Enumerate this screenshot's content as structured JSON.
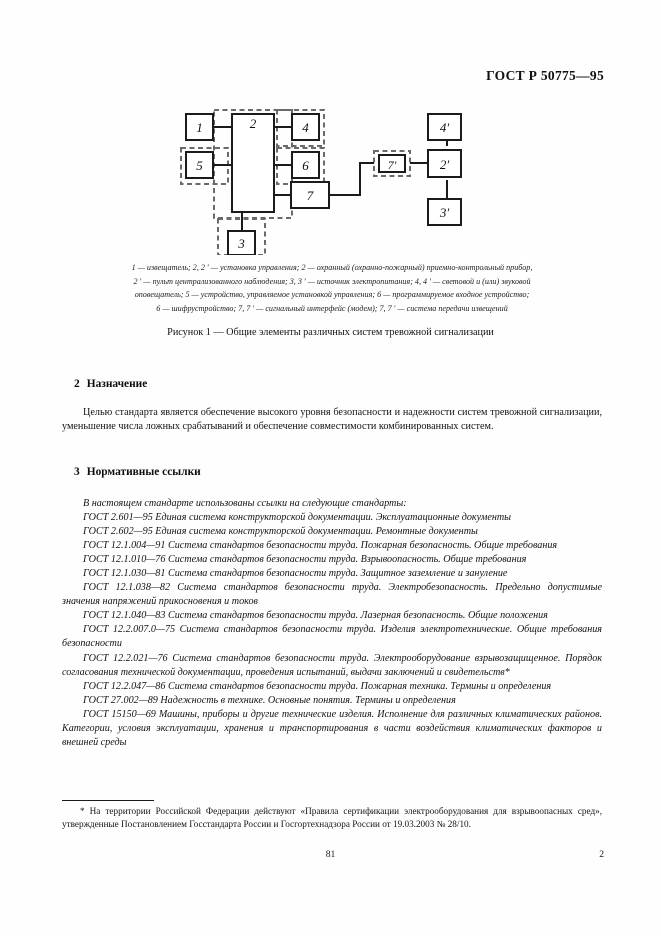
{
  "header": {
    "standard_code": "ГОСТ Р 50775—95"
  },
  "figure": {
    "nodes": [
      {
        "id": "n1",
        "label": "1",
        "dashed_frame": false
      },
      {
        "id": "n2",
        "label": "2",
        "dashed_frame": true
      },
      {
        "id": "n4",
        "label": "4",
        "dashed_frame": true
      },
      {
        "id": "n5",
        "label": "5",
        "dashed_frame": true
      },
      {
        "id": "n6",
        "label": "6",
        "dashed_frame": true
      },
      {
        "id": "n7",
        "label": "7",
        "dashed_frame": false
      },
      {
        "id": "n3",
        "label": "3",
        "dashed_frame": true
      },
      {
        "id": "n7p",
        "label": "7′",
        "dashed_frame": true
      },
      {
        "id": "n4p",
        "label": "4′",
        "dashed_frame": false
      },
      {
        "id": "n2p",
        "label": "2′",
        "dashed_frame": false
      },
      {
        "id": "n3p",
        "label": "3′",
        "dashed_frame": false
      }
    ],
    "legend_lines": [
      "1 — извещатель; 2, 2 ′ — установка управления; 2 — охранный (охранно-пожарный) приемно-контрольный прибор,",
      "2 ′ — пульт централизованного наблюдения; 3, 3 ′ — источник электропитания; 4, 4 ′ — световой и (или) звуковой",
      "оповещатель; 5 — устройство, управляемое установкой управления; 6 — программируемое входное устройство;",
      "6 — шифрустройство; 7, 7 ′ — сигнальный интерфейс (модем); 7, 7 ′ — система передачи извещений"
    ],
    "title": "Рисунок 1 — Общие элементы различных систем тревожной сигнализации"
  },
  "section2": {
    "number": "2",
    "heading": "Назначение",
    "body": "Целью стандарта является обеспечение высокого уровня безопасности и надежности систем тревожной сигнализации, уменьшение числа ложных срабатываний и обеспечение совместимости комбинированных систем."
  },
  "section3": {
    "number": "3",
    "heading": "Нормативные ссылки",
    "intro": "В настоящем стандарте использованы ссылки на следующие стандарты:",
    "references": [
      "ГОСТ 2.601—95  Единая система конструкторской документации. Эксплуатационные документы",
      "ГОСТ 2.602—95  Единая система конструкторской документации. Ремонтные документы",
      "ГОСТ 12.1.004—91  Система стандартов безопасности труда. Пожарная безопасность. Общие требования",
      "ГОСТ 12.1.010—76  Система стандартов безопасности труда. Взрывоопасность. Общие требования",
      "ГОСТ 12.1.030—81  Система стандартов безопасности труда. Защитное заземление и зануление",
      "ГОСТ 12.1.038—82  Система стандартов безопасности труда. Электробезопасность. Предельно допустимые значения напряжений прикосновения и токов",
      "ГОСТ 12.1.040—83  Система стандартов безопасности труда. Лазерная безопасность. Общие положения",
      "ГОСТ 12.2.007.0—75  Система стандартов безопасности труда. Изделия электротехнические. Общие требования безопасности",
      "ГОСТ 12.2.021—76  Система стандартов безопасности труда. Электрооборудование взрывозащищенное. Порядок согласования технической документации, проведения испытаний, выдачи заключений и свидетельств*",
      "ГОСТ 12.2.047—86  Система стандартов безопасности труда. Пожарная техника. Термины и определения",
      "ГОСТ 27.002—89  Надежность в технике. Основные понятия. Термины и определения",
      "ГОСТ 15150—69 Машины, приборы и другие технические изделия. Исполнение для различных климатических районов. Категории, условия эксплуатации, хранения и транспортирования в части воздействия климатических факторов и внешней среды"
    ]
  },
  "footnote": {
    "marker": "*",
    "text": "На территории Российской Федерации действуют «Правила сертификации электрооборудования для взрывоопасных сред», утвержденные Постановлением Госстандарта России и Госгортехнадзора России от 19.03.2003 № 28/10."
  },
  "footer": {
    "page_number_center": "81",
    "page_number_right": "2"
  },
  "colors": {
    "ink": "#151515",
    "paper": "#fefefe",
    "rule": "#1b1b1b"
  }
}
